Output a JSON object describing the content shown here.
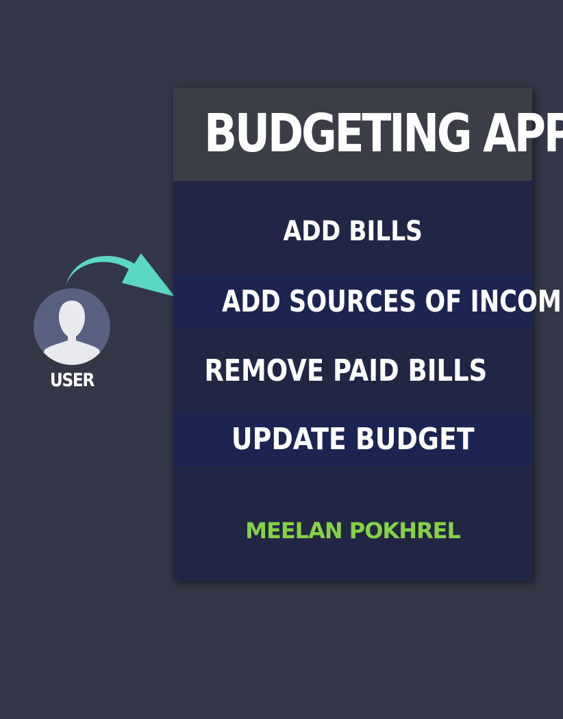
{
  "user": {
    "label": "USER",
    "icon": "user-silhouette-icon"
  },
  "arrow": {
    "icon": "curved-arrow-icon",
    "color": "#5bd8c2"
  },
  "app": {
    "title": "BUDGETING APP",
    "menu": [
      {
        "label": "ADD BILLS"
      },
      {
        "label": "ADD SOURCES OF INCOME"
      },
      {
        "label": "REMOVE PAID BILLS"
      },
      {
        "label": "UPDATE BUDGET"
      }
    ],
    "author": "MEELAN POKHREL"
  },
  "colors": {
    "background": "#343747",
    "header": "#3b3e47",
    "panel": "#222645",
    "band": "#1c2452",
    "author": "#86d145"
  }
}
